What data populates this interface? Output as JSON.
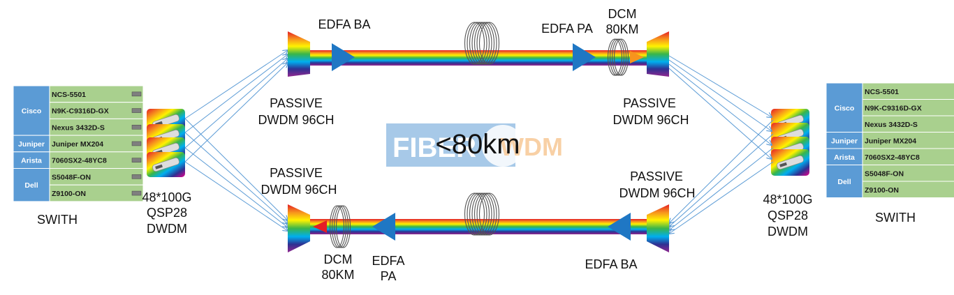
{
  "switch_table": {
    "groups": [
      {
        "brand": "Cisco",
        "models": [
          "NCS-5501",
          "N9K-C9316D-GX",
          "Nexus 3432D-S"
        ]
      },
      {
        "brand": "Juniper",
        "models": [
          "Juniper MX204"
        ]
      },
      {
        "brand": "Arista",
        "models": [
          "7060SX2-48YC8"
        ]
      },
      {
        "brand": "Dell",
        "models": [
          "S5048F-ON",
          "Z9100-ON"
        ]
      }
    ]
  },
  "labels": {
    "switch": "SWITH",
    "transceiver": [
      "48*100G",
      "QSP28",
      "DWDM"
    ],
    "passive_dwdm": [
      "PASSIVE",
      "DWDM 96CH"
    ],
    "edfa_ba": "EDFA BA",
    "edfa_pa": "EDFA PA",
    "edfa_pa_stacked": [
      "EDFA",
      "PA"
    ],
    "dcm": [
      "DCM",
      "80KM"
    ],
    "distance": "<80km"
  },
  "watermark": {
    "left": "FIBER",
    "right": "WDM"
  },
  "colors": {
    "brand_cell": "#5b9bd5",
    "model_cell": "#a9d08e",
    "edfa_triangle": "#1f77c4",
    "arrow_lines": "#5b9bd5",
    "watermark_bg": "#9dc3e6",
    "rainbow": [
      "#e41e26",
      "#f7941d",
      "#fff200",
      "#39b54a",
      "#00aeef",
      "#2e3192",
      "#92278f"
    ]
  },
  "icons": [
    "edfa-amplifier-icon",
    "fiber-coil-icon",
    "dwdm-mux-icon",
    "qsfp28-transceiver-icon",
    "switch-port-icon"
  ]
}
